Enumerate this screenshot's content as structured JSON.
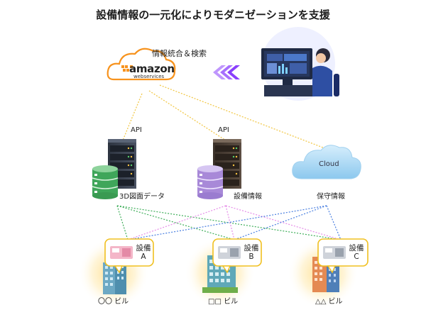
{
  "title": "設備情報の一元化によりモダニゼーションを支援",
  "aws": {
    "caption": "情報統合＆検索",
    "logo_word": "amazon",
    "logo_sub": "webservices",
    "brand_color": "#f7931e"
  },
  "api_labels": [
    "API",
    "API"
  ],
  "sources": [
    {
      "label": "3D図面データ"
    },
    {
      "label": "設備情報"
    },
    {
      "label": "保守情報",
      "cloud_text": "Cloud"
    }
  ],
  "sites": [
    {
      "equip_line1": "設備",
      "equip_line2": "A",
      "building": "〇〇 ビル"
    },
    {
      "equip_line1": "設備",
      "equip_line2": "B",
      "building": "□□ ビル"
    },
    {
      "equip_line1": "設備",
      "equip_line2": "C",
      "building": "△△ ビル"
    }
  ],
  "colors": {
    "dotted_orange": "#f2c94c",
    "dotted_green": "#3fae5a",
    "dotted_blue": "#4a7fe0",
    "dotted_pink": "#e58be8",
    "bubble_border": "#f0c020",
    "arrow_purple": "#8a3ffc"
  }
}
